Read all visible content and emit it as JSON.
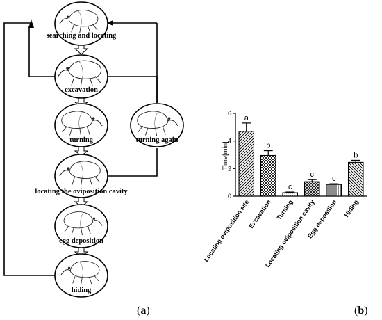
{
  "flow": {
    "steps": [
      "searching and locating",
      "excavation",
      "turning",
      "locating the oviposition cavity",
      "egg deposition",
      "hiding"
    ],
    "side_step": "turning again",
    "panel_label": {
      "open": "(",
      "letter": "a",
      "close": ")"
    }
  },
  "chart_panel_label": {
    "open": "(",
    "letter": "b",
    "close": ")"
  },
  "chart_data": {
    "type": "bar",
    "categories": [
      "Locating oviposition site",
      "Excavation",
      "Turning",
      "Locating oviposition cavity",
      "Egg deposition",
      "Hiding"
    ],
    "values": [
      4.7,
      2.95,
      0.25,
      1.05,
      0.85,
      2.45
    ],
    "errors": [
      0.6,
      0.35,
      0.05,
      0.15,
      0.05,
      0.15
    ],
    "significance": [
      "a",
      "b",
      "c",
      "c",
      "c",
      "b"
    ],
    "ylabel": "Time[min]",
    "xlabel": "",
    "title": "",
    "ylim": [
      0,
      6
    ],
    "yticks": [
      0,
      2,
      4,
      6
    ],
    "grid": false
  }
}
